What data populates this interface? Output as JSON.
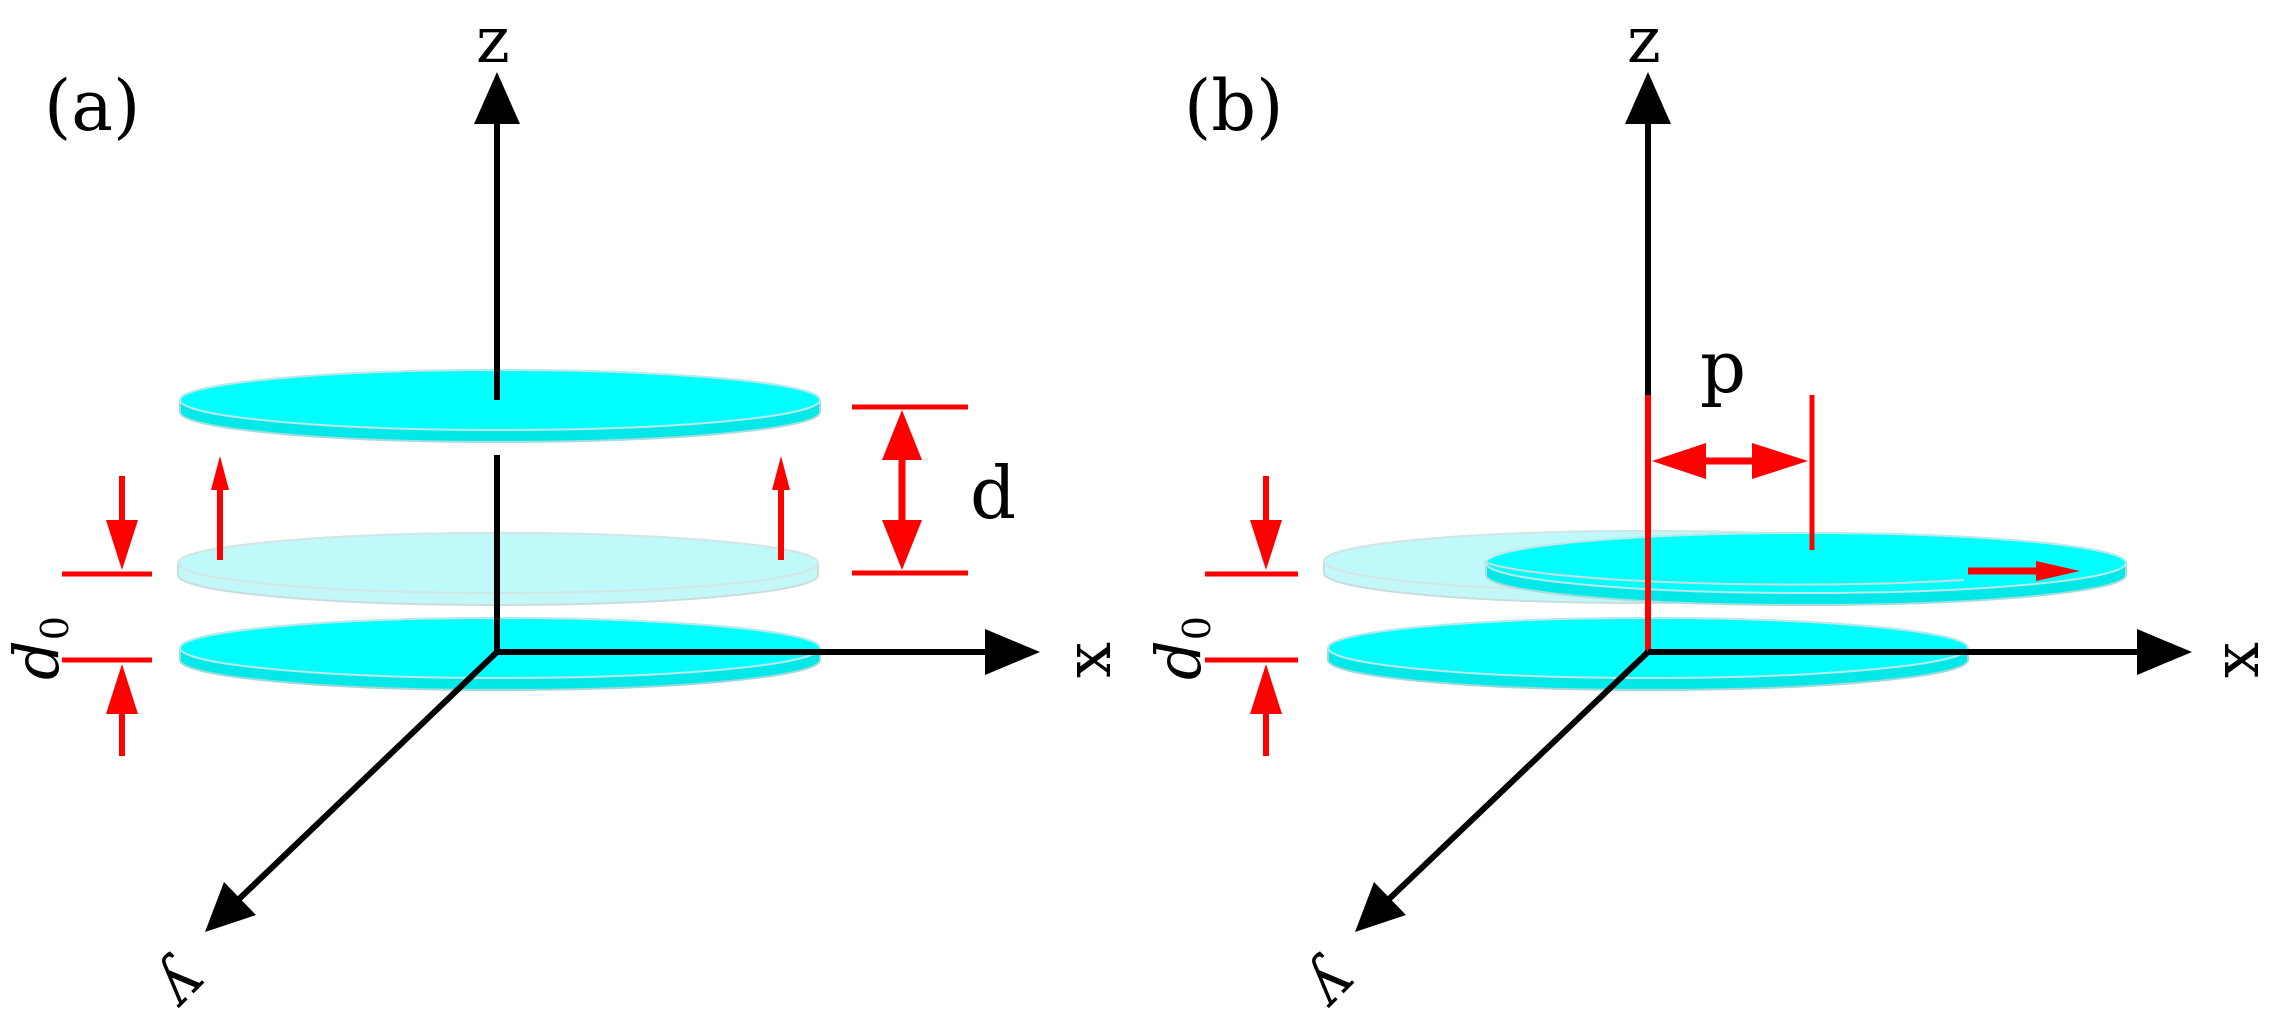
{
  "panels": [
    {
      "id": "a",
      "panel_label": "(a)",
      "axes": {
        "z": "z",
        "x": "x",
        "y": "y"
      },
      "annotations": {
        "d0": "d",
        "d0_sub": "0",
        "d": "d"
      }
    },
    {
      "id": "b",
      "panel_label": "(b)",
      "axes": {
        "z": "z",
        "x": "x",
        "y": "y"
      },
      "annotations": {
        "d0": "d",
        "d0_sub": "0",
        "p": "p"
      }
    }
  ],
  "colors": {
    "disk_fill": "#00ffff",
    "disk_rim": "#37d6d6",
    "disk_translucent_fill": "#bff9f9",
    "disk_translucent_rim": "#c6eaea",
    "annotation": "#ff0000",
    "axis": "#000000"
  }
}
